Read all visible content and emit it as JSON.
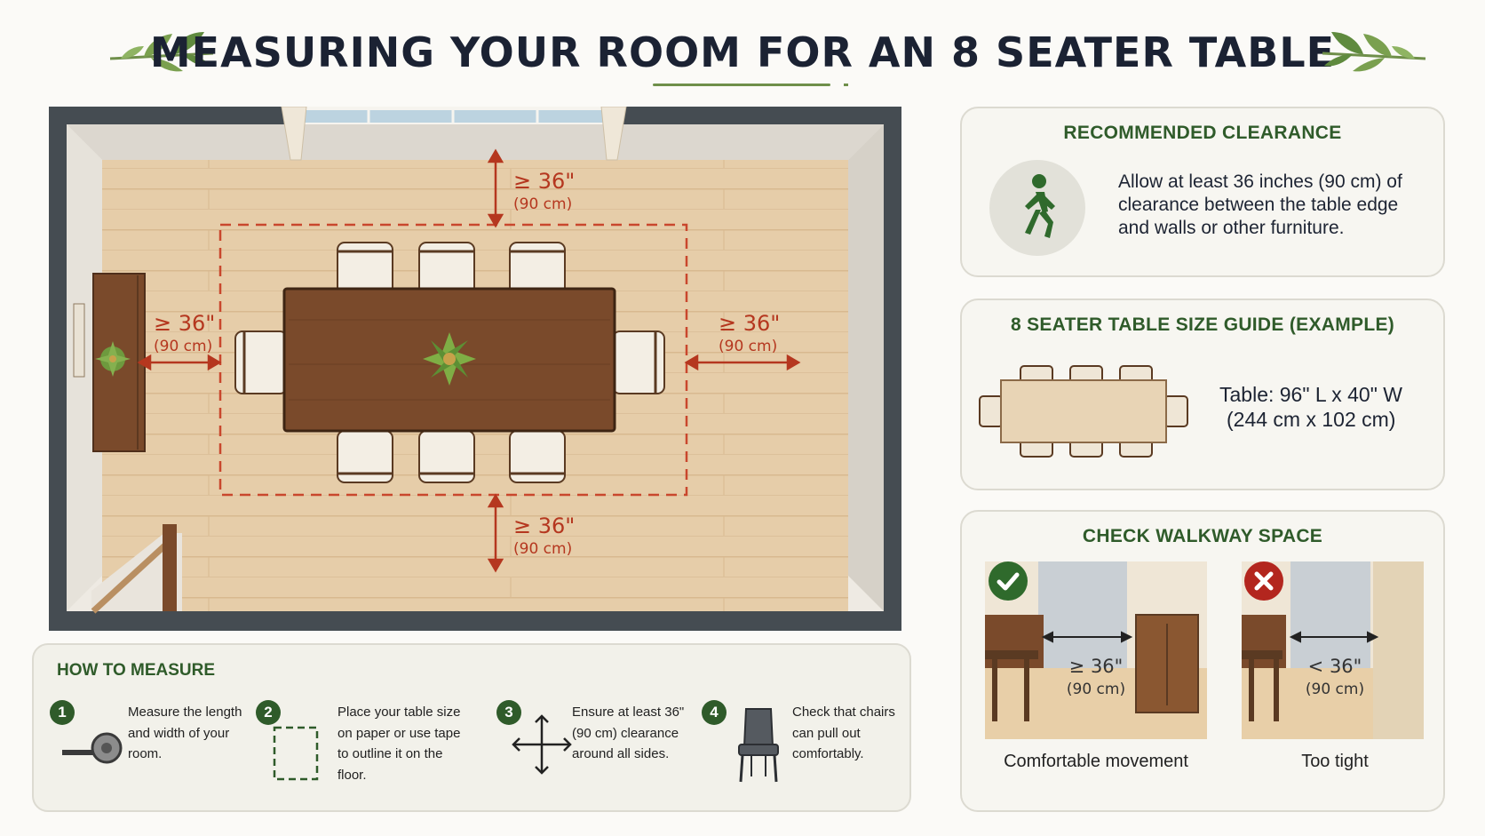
{
  "header": {
    "title": "MEASURING YOUR ROOM FOR AN 8 SEATER TABLE"
  },
  "floor_plan": {
    "clearances": {
      "top": {
        "value": "≥ 36\"",
        "metric": "(90 cm)"
      },
      "left": {
        "value": "≥ 36\"",
        "metric": "(90 cm)"
      },
      "right": {
        "value": "≥ 36\"",
        "metric": "(90 cm)"
      },
      "bottom": {
        "value": "≥ 36\"",
        "metric": "(90 cm)"
      }
    },
    "chair_count": 8,
    "colors": {
      "clearance": "#b5371f",
      "floor": "#e4c9a6",
      "table": "#7a4a2b",
      "wall": "#454c52"
    }
  },
  "how_to": {
    "title": "HOW TO MEASURE",
    "steps": [
      {
        "num": "1",
        "text": "Measure the length and width of your room.",
        "icon": "tape-measure-icon"
      },
      {
        "num": "2",
        "text": "Place your table size on paper or use tape to outline it on the floor.",
        "icon": "dashed-square-icon"
      },
      {
        "num": "3",
        "text": "Ensure at least 36\" (90 cm) clearance around all sides.",
        "icon": "four-way-arrows-icon"
      },
      {
        "num": "4",
        "text": "Check that chairs can pull out comfortably.",
        "icon": "chair-icon"
      }
    ]
  },
  "recommended_clearance": {
    "title": "RECOMMENDED CLEARANCE",
    "body": "Allow at least 36 inches (90 cm) of clearance between the table edge and walls or other furniture.",
    "icon": "walking-person-icon"
  },
  "size_guide": {
    "title": "8 SEATER TABLE SIZE GUIDE (EXAMPLE)",
    "size_imperial": "Table: 96\" L x 40\" W",
    "size_metric": "(244 cm x 102 cm)"
  },
  "walkway": {
    "title": "CHECK WALKWAY SPACE",
    "good": {
      "value": "≥ 36\"",
      "metric": "(90 cm)",
      "label": "Comfortable movement",
      "icon": "check-icon",
      "color": "#2f6a2c"
    },
    "bad": {
      "value": "< 36\"",
      "metric": "(90 cm)",
      "label": "Too tight",
      "icon": "cross-icon",
      "color": "#b3261e"
    }
  }
}
